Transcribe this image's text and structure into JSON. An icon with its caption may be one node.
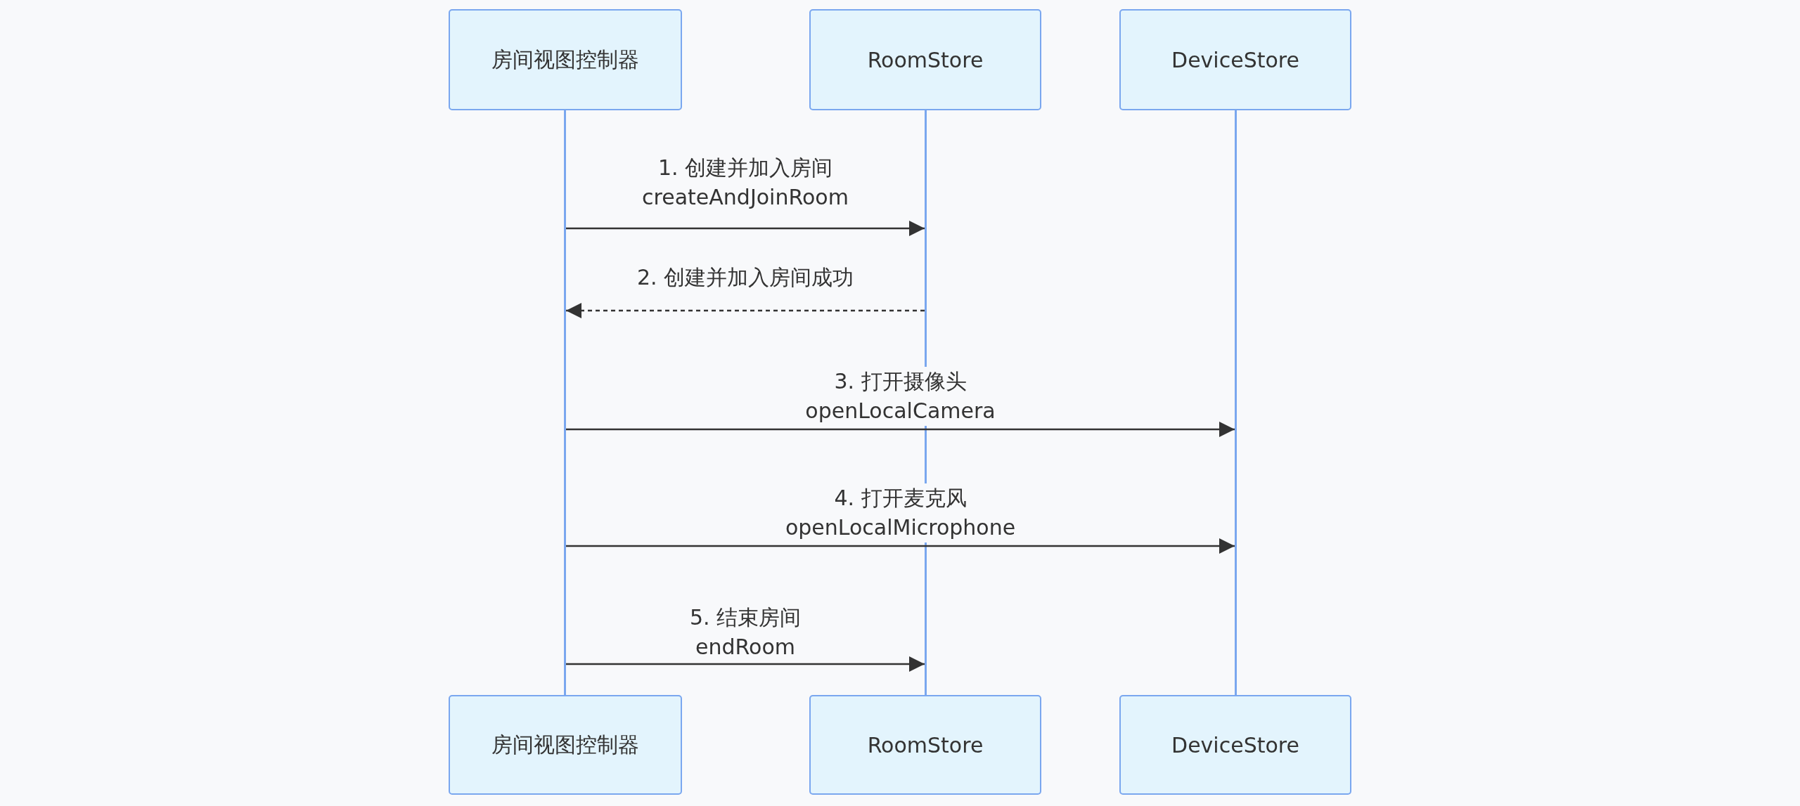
{
  "diagram": {
    "nodes": [
      {
        "text": [
          "房间视图控制器"
        ]
      },
      {
        "text": [
          "RoomStore"
        ]
      },
      {
        "text": [
          "DeviceStore"
        ]
      },
      {
        "text": [
          "房间视图控制器"
        ]
      },
      {
        "text": [
          "RoomStore"
        ]
      },
      {
        "text": [
          "DeviceStore"
        ]
      },
      {
        "text": [],
        "shape": "bar"
      },
      {
        "text": [],
        "shape": "bar"
      },
      {
        "text": [],
        "shape": "bar"
      }
    ],
    "edges": [
      {
        "from": 6,
        "to": 7,
        "arrow": "to",
        "label": "1. 创建并加入房间 createAndJoinRoom"
      },
      {
        "from": 7,
        "to": 6,
        "arrow": "to",
        "label": "2. 创建并加入房间成功",
        "style": "dashed"
      },
      {
        "from": 6,
        "to": 8,
        "arrow": "to",
        "label": "3. 打开摄像头 openLocalCamera"
      },
      {
        "from": 6,
        "to": 8,
        "arrow": "to",
        "label": "4. 打开麦克风 openLocalMicrophone"
      },
      {
        "from": 6,
        "to": 7,
        "arrow": "to",
        "label": "5. 结束房间 endRoom"
      }
    ]
  }
}
